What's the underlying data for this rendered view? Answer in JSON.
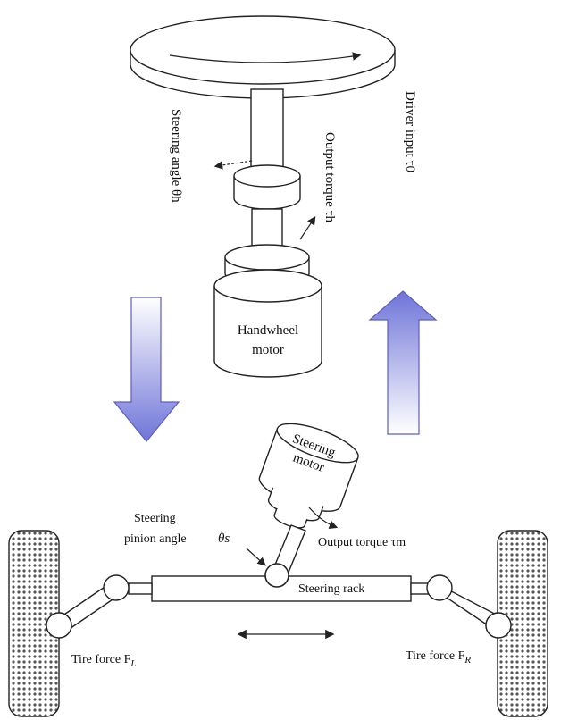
{
  "labels": {
    "driver_input": "Driver input τ0",
    "steering_angle": "Steering angle θh",
    "output_torque_h": "Output torque τh",
    "handwheel_motor_line1": "Handwheel",
    "handwheel_motor_line2": "motor",
    "steering_motor_line1": "Steering",
    "steering_motor_line2": "motor",
    "steering_pinion_line1": "Steering",
    "steering_pinion_line2": "pinion angle",
    "theta_s": "θs",
    "output_torque_m": "Output torque τm",
    "steering_rack": "Steering rack",
    "tire_force_left": "Tire force F",
    "tire_force_left_sub": "L",
    "tire_force_right": "Tire force F",
    "tire_force_right_sub": "R"
  },
  "colors": {
    "arrow_fill_top": "#ffffff",
    "arrow_fill_bottom": "#6f74d8",
    "arrow_stroke": "#5a5fc0",
    "line": "#222222",
    "tire_pattern": "#555555"
  },
  "icons": {
    "down_arrow": "down-arrow-icon",
    "up_arrow": "up-arrow-icon",
    "double_arrow": "double-headed-arrow-icon"
  }
}
